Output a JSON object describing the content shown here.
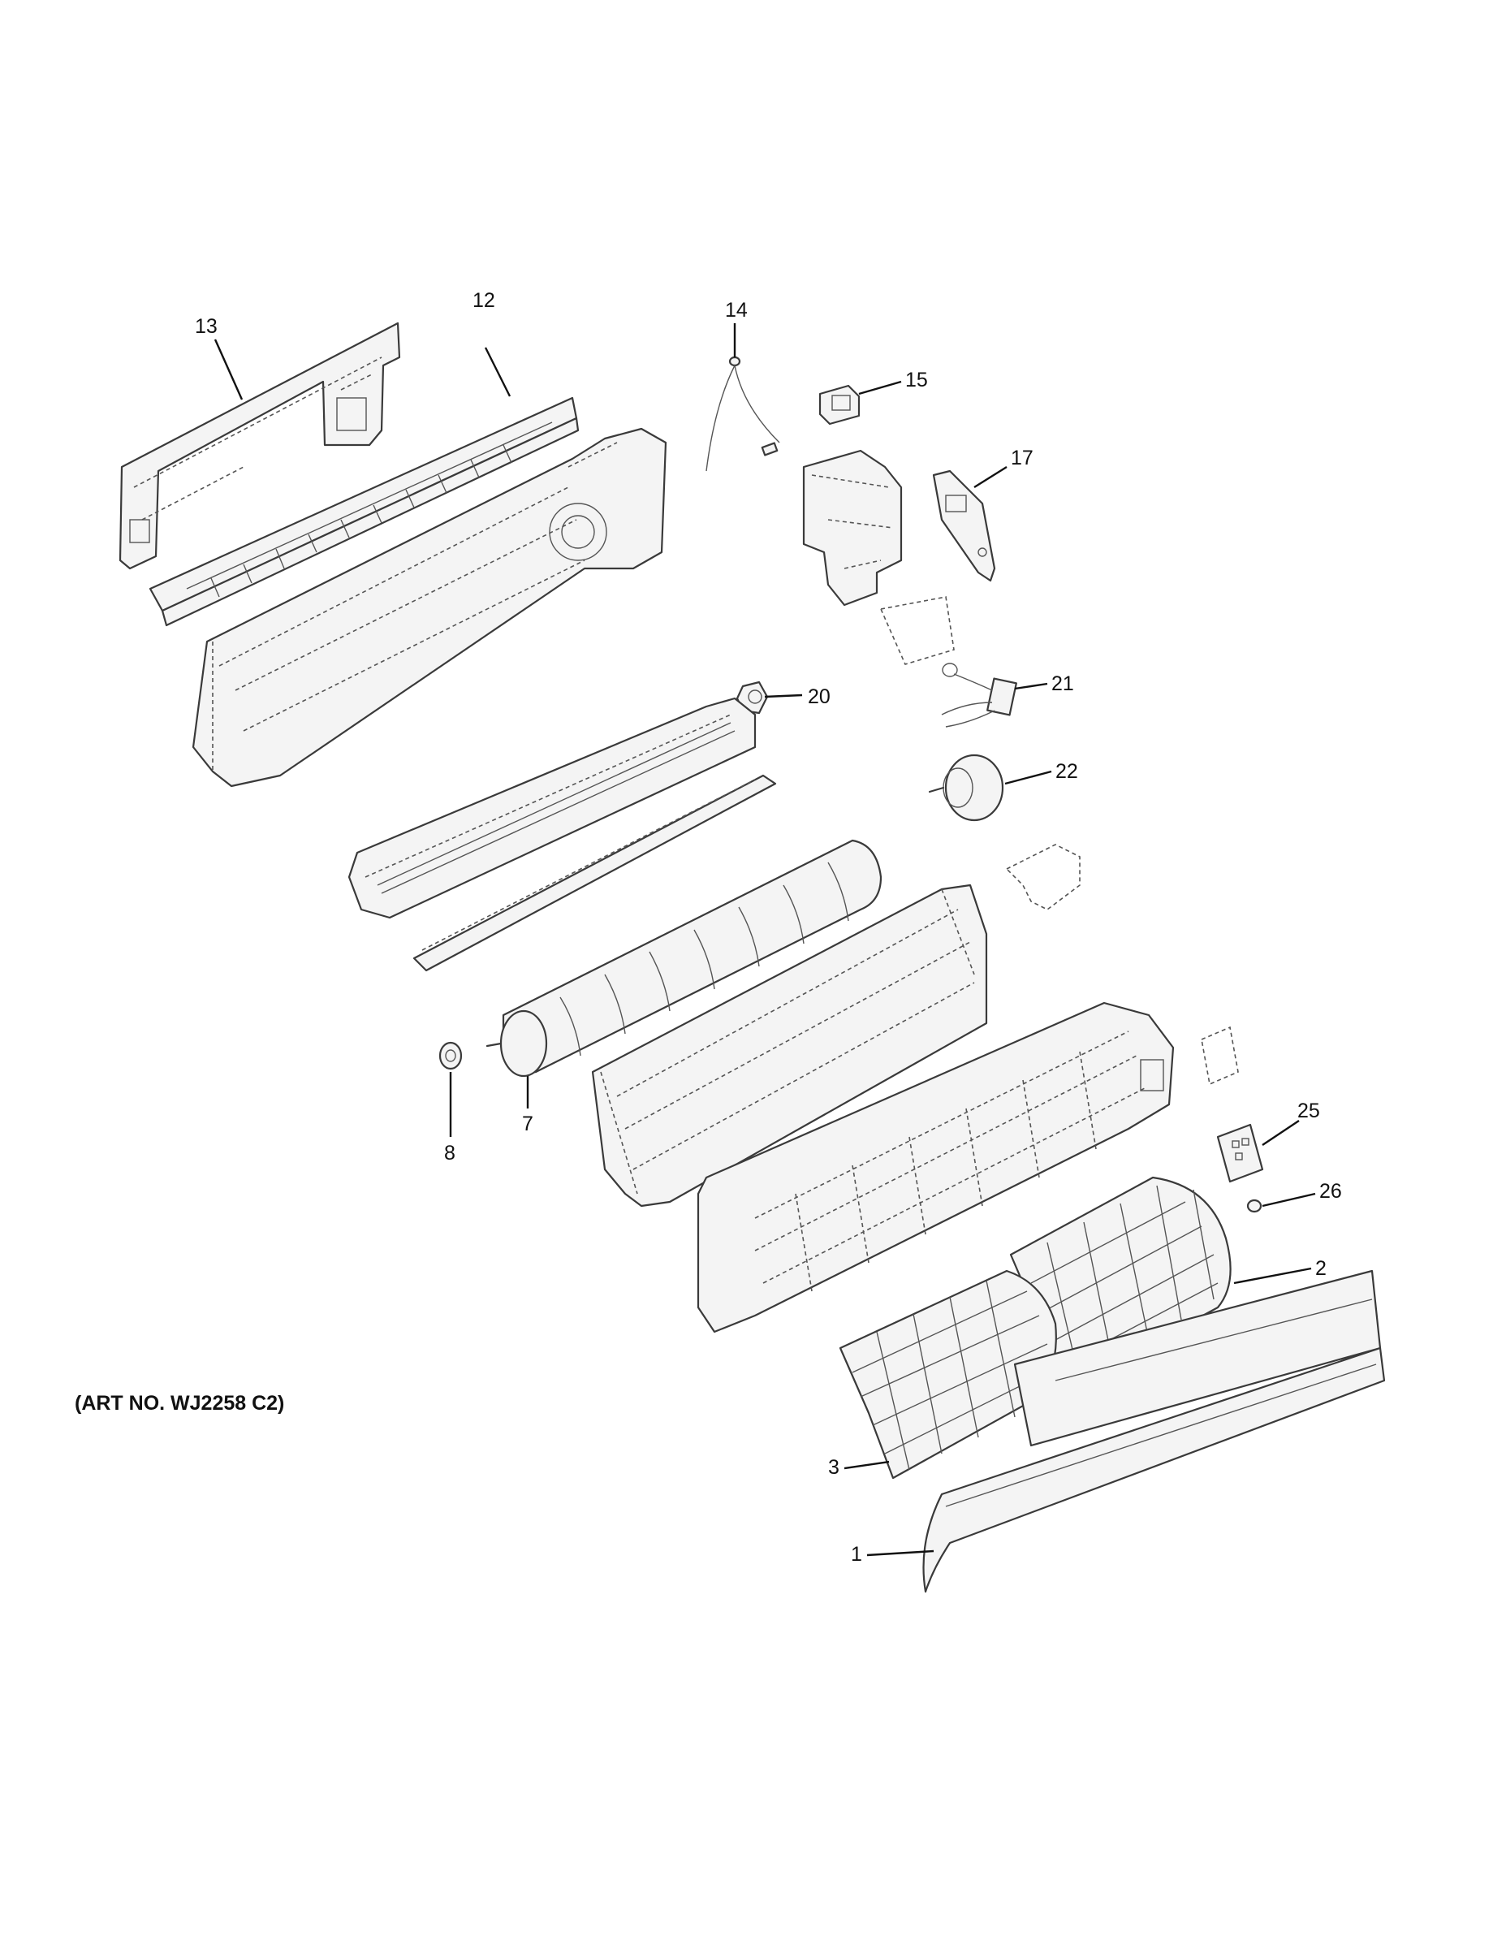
{
  "art_number": "(ART NO. WJ2258 C2)",
  "callouts": {
    "c13": "13",
    "c12": "12",
    "c14": "14",
    "c15": "15",
    "c17": "17",
    "c20": "20",
    "c21": "21",
    "c22": "22",
    "c8": "8",
    "c7": "7",
    "c25": "25",
    "c26": "26",
    "c2": "2",
    "c3": "3",
    "c1": "1"
  },
  "colors": {
    "line": "#3a3a3a",
    "text": "#111111",
    "background": "#ffffff"
  }
}
